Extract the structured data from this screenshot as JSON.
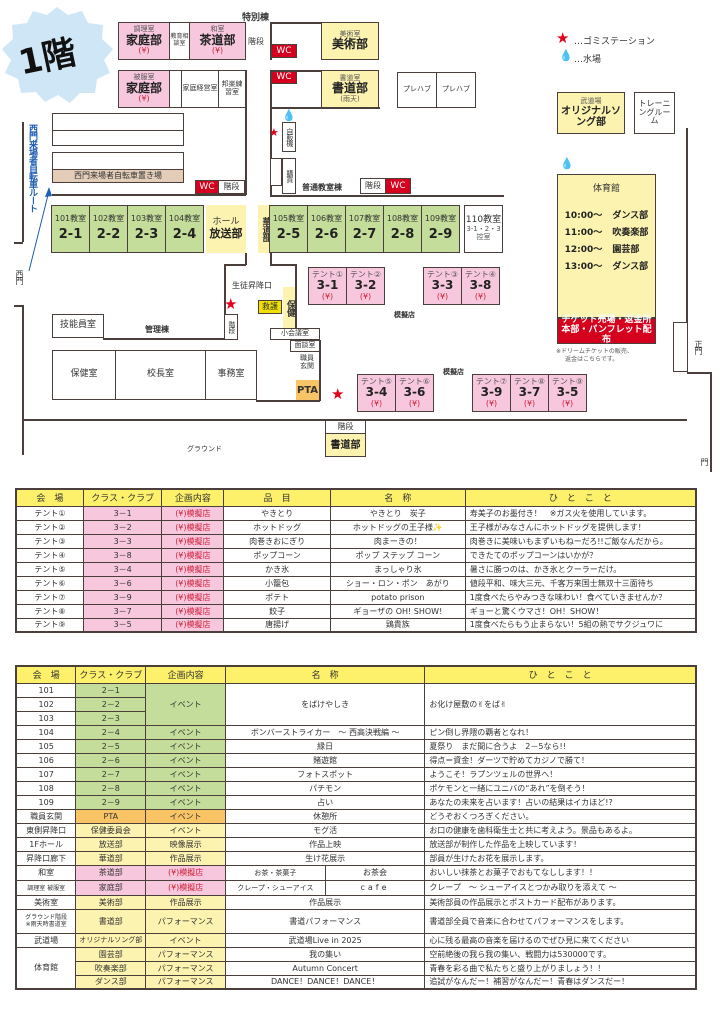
{
  "floor_badge": "1階",
  "legend": {
    "gomi": "…ゴミステーション",
    "mizu": "…水場"
  },
  "colors": {
    "pink": "#f7c8dd",
    "yellow": "#fdf3b0",
    "green": "#c4dd9a",
    "red": "#d4001d",
    "header": "#fdf06a",
    "orange": "#f9c465"
  },
  "map": {
    "tokubetsu_to": "特別棟",
    "futsu_to": "普通教室棟",
    "kanri_to": "管理棟",
    "ground": "グラウンド",
    "nishimon": "西門",
    "seimon": "正門",
    "mon": "門",
    "bike_route": "西門来場者自転車ルート",
    "bike_park": "西門来場者自転車置き場",
    "wc": "WC",
    "kaidan": "階段",
    "mogiten": "模擬店",
    "yen": "(¥)",
    "rooms": {
      "chori_sub": "調理室",
      "chori_main": "家庭部",
      "kyoiku": "教育相談室",
      "washitsu_sub": "和室",
      "washitsu_main": "茶道部",
      "bijutsu_sub": "美術室",
      "bijutsu_main": "美術部",
      "hifuku_sub": "被服室",
      "hifuku_main": "家庭部",
      "katei_keiei": "家庭経営室",
      "hogaku": "邦楽練習室",
      "shodo_sub": "書道室",
      "shodo_main": "書道部",
      "shodo_note": "(雨天)",
      "prefab1": "プレハブ",
      "prefab2": "プレハブ",
      "jihanki": "自販機",
      "kobai": "購買",
      "budo_sub": "武道場",
      "budo_main": "オリジナルソング部",
      "training": "トレーニングルーム",
      "gym": "体育館",
      "hall_sub": "ホール",
      "hall_main": "放送部",
      "kado": "華道部",
      "room110": "110教室",
      "room110_note": "3-1・2・3控室",
      "seito_shokoguchi": "生徒昇降口",
      "kyugo": "救護",
      "hoken": "保健",
      "ginou": "技能員室",
      "shokaigi": "小会議室",
      "mendan": "面談室",
      "shokuin_genkan": "職員玄関",
      "pta": "PTA",
      "hokenshitsu": "保健室",
      "kochoshitsu": "校長室",
      "jimushitsu": "事務室",
      "ground_shodo": "書道部"
    },
    "classrooms": [
      {
        "room": "101教室",
        "cls": "2-1"
      },
      {
        "room": "102教室",
        "cls": "2-2"
      },
      {
        "room": "103教室",
        "cls": "2-3"
      },
      {
        "room": "104教室",
        "cls": "2-4"
      },
      {
        "room": "105教室",
        "cls": "2-5"
      },
      {
        "room": "106教室",
        "cls": "2-6"
      },
      {
        "room": "107教室",
        "cls": "2-7"
      },
      {
        "room": "108教室",
        "cls": "2-8"
      },
      {
        "room": "109教室",
        "cls": "2-9"
      }
    ],
    "tents": [
      {
        "name": "テント①",
        "cls": "3-1"
      },
      {
        "name": "テント②",
        "cls": "3-2"
      },
      {
        "name": "テント③",
        "cls": "3-3"
      },
      {
        "name": "テント④",
        "cls": "3-8"
      },
      {
        "name": "テント⑤",
        "cls": "3-4"
      },
      {
        "name": "テント⑥",
        "cls": "3-6"
      },
      {
        "name": "テント⑦",
        "cls": "3-9"
      },
      {
        "name": "テント⑧",
        "cls": "3-7"
      },
      {
        "name": "テント⑨",
        "cls": "3-5"
      }
    ],
    "gym_schedule": [
      {
        "time": "10:00〜",
        "club": "ダンス部"
      },
      {
        "time": "11:00〜",
        "club": "吹奏楽部"
      },
      {
        "time": "12:00〜",
        "club": "園芸部"
      },
      {
        "time": "13:00〜",
        "club": "ダンス部"
      }
    ],
    "ticket_line1": "チケット売場・返金所",
    "ticket_line2": "本部・パンフレット配布",
    "ticket_note1": "※ドリームチケットの販売、",
    "ticket_note2": "返金はこちらです。"
  },
  "table1": {
    "headers": [
      "会　場",
      "クラス・クラブ",
      "企画内容",
      "品　目",
      "名　称",
      "ひ　と　こ　と"
    ],
    "rows": [
      [
        "テント①",
        "3－1",
        "(¥)模擬店",
        "やきとり",
        "やきとり　炭子",
        "寿美子のお墨付き！　※ガス火を使用しています。"
      ],
      [
        "テント②",
        "3－2",
        "(¥)模擬店",
        "ホットドッグ",
        "ホットドッグの王子様✨",
        "王子様がみなさんにホットドッグを提供します！"
      ],
      [
        "テント③",
        "3－3",
        "(¥)模擬店",
        "肉巻きおにぎり",
        "肉まーきの！",
        "肉巻きに美味いもまずいもねーだろ!!ご飯なんだから。"
      ],
      [
        "テント④",
        "3－8",
        "(¥)模擬店",
        "ポップコーン",
        "ポップ ステップ コーン",
        "できたてのポップコーンはいかが？"
      ],
      [
        "テント⑤",
        "3－4",
        "(¥)模擬店",
        "かき氷",
        "まっしゃり氷",
        "暑さに勝つのは、かき氷とクーラーだけ。"
      ],
      [
        "テント⑥",
        "3－6",
        "(¥)模擬店",
        "小籠包",
        "ショー・ロン・ポン　あがり",
        "値段平和、味大三元、千客万来国士無双十三面待ち"
      ],
      [
        "テント⑦",
        "3－9",
        "(¥)模擬店",
        "ポテト",
        "potato prison",
        "1度食べたらやみつきな味わい！食べていきませんか？"
      ],
      [
        "テント⑧",
        "3－7",
        "(¥)模擬店",
        "餃子",
        "ギョーザの OH! SHOW!",
        "ギョーと驚くウマさ！OH！SHOW！"
      ],
      [
        "テント⑨",
        "3－5",
        "(¥)模擬店",
        "唐揚げ",
        "鶏貴族",
        "1度食べたらもう止まらない！5組の熱でサクジュワに"
      ]
    ]
  },
  "table2": {
    "headers": [
      "会　場",
      "クラス・クラブ",
      "企画内容",
      "名　称",
      "ひ　と　こ　と"
    ],
    "obake": {
      "venues": [
        "101",
        "102",
        "103"
      ],
      "classes": [
        "2－1",
        "2－2",
        "2－3"
      ],
      "type": "イベント",
      "name": "をばけやしき",
      "comment": "お化け屋敷の✌をば✌"
    },
    "rows": [
      [
        "104",
        "2－4",
        "イベント",
        "ボンバーストライカー　～ 西高決戦編 ～",
        "ピン倒し界隈の覇者となれ！"
      ],
      [
        "105",
        "2－5",
        "イベント",
        "縁日",
        "夏祭り　まだ間に合うよ　2－5なら!!"
      ],
      [
        "106",
        "2－6",
        "イベント",
        "賭遊館",
        "得点＝資金！ダーツで貯めてカジノで勝て！"
      ],
      [
        "107",
        "2－7",
        "イベント",
        "フォトスポット",
        "ようこそ！ラプンツェルの世界へ！"
      ],
      [
        "108",
        "2－8",
        "イベント",
        "パチモン",
        "ポケモンと一緒にユニバの“あれ”を倒そう！"
      ],
      [
        "109",
        "2－9",
        "イベント",
        "占い",
        "あなたの未来を占います！占いの結果はイカほど!?"
      ],
      [
        "職員玄関",
        "PTA",
        "イベント",
        "休憩所",
        "どうぞおくつろぎください。"
      ],
      [
        "東側昇降口",
        "保健委員会",
        "イベント",
        "モグ活",
        "お口の健康を歯科衛生士と共に考えよう。景品もあるよ。"
      ],
      [
        "1Fホール",
        "放送部",
        "映像展示",
        "作品上映",
        "放送部が制作した作品を上映しています！"
      ],
      [
        "昇降口廊下",
        "華道部",
        "作品展示",
        "生け花展示",
        "部員が生けたお花を展示します。"
      ]
    ],
    "washitsu": [
      "和室",
      "茶道部",
      "(¥)模擬店",
      "お茶・茶菓子",
      "お茶会",
      "おいしい抹茶とお菓子でおもてなしします！！"
    ],
    "katei": [
      "調理室 被服室",
      "家庭部",
      "(¥)模擬店",
      "クレープ・シューアイス",
      "cafe",
      "クレープ　～ シューアイスとつかみ取りを添えて ～"
    ],
    "bijutsu": [
      "美術室",
      "美術部",
      "作品展示",
      "作品展示",
      "美術部員の作品展示とポストカード配布があります。"
    ],
    "shodo": [
      "グラウンド階段",
      "※雨天時書道室",
      "書道部",
      "パフォーマンス",
      "書道パフォーマンス",
      "書道部全員で音楽に合わせてパフォーマンスをします。"
    ],
    "budo": [
      "武道場",
      "オリジナルソング部",
      "イベント",
      "武道場Live in 2025",
      "心に残る最高の音楽を届けるのでぜひ見に来てください"
    ],
    "gym_venue": "体育館",
    "gym_rows": [
      [
        "園芸部",
        "パフォーマンス",
        "我の集い",
        "空前絶後の我ら我の集い、戦闘力は530000です。"
      ],
      [
        "吹奏楽部",
        "パフォーマンス",
        "Autumn Concert",
        "青春を彩る曲で私たちと盛り上がりましょう！！"
      ],
      [
        "ダンス部",
        "パフォーマンス",
        "DANCE！DANCE！DANCE！",
        "追試がなんだー！補習がなんだー！青春はダンスだー！"
      ]
    ]
  }
}
